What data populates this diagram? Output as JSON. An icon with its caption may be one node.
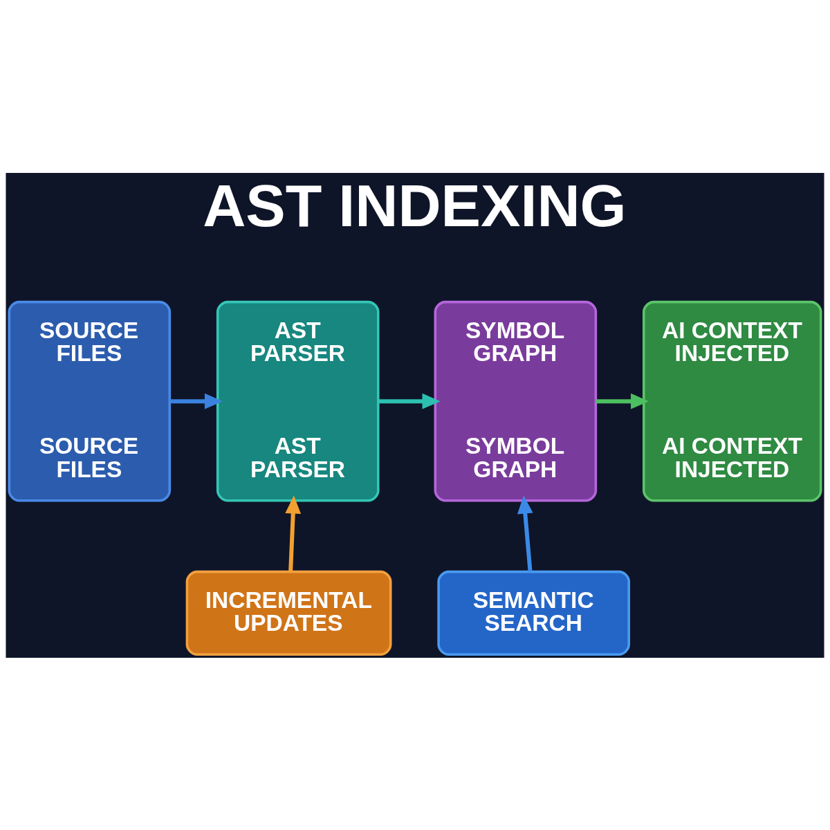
{
  "diagram": {
    "title": "AST INDEXING",
    "nodes": [
      {
        "text": [
          "SOURCE FILES",
          "SOURCE FILES"
        ]
      },
      {
        "text": [
          "AST PARSER",
          "AST PARSER"
        ]
      },
      {
        "text": [
          "SYMBOL GRAPH",
          "SYMBOL GRAPH"
        ]
      },
      {
        "text": [
          "AI CONTEXT INJECTED",
          "AI CONTEXT INJECTED"
        ]
      },
      {
        "text": [
          "INCREMENTAL UPDATES"
        ]
      },
      {
        "text": [
          "SEMANTIC SEARCH"
        ]
      }
    ],
    "edges": [
      {
        "from": 0,
        "to": 1,
        "arrow": "to",
        "color": "#3b82e0"
      },
      {
        "from": 1,
        "to": 2,
        "arrow": "to",
        "color": "#2cc0b0"
      },
      {
        "from": 2,
        "to": 3,
        "arrow": "to",
        "color": "#4cbf60"
      },
      {
        "from": 4,
        "to": 1,
        "arrow": "to",
        "color": "#f2a030"
      },
      {
        "from": 5,
        "to": 2,
        "arrow": "to",
        "color": "#3b8ae8"
      }
    ]
  }
}
